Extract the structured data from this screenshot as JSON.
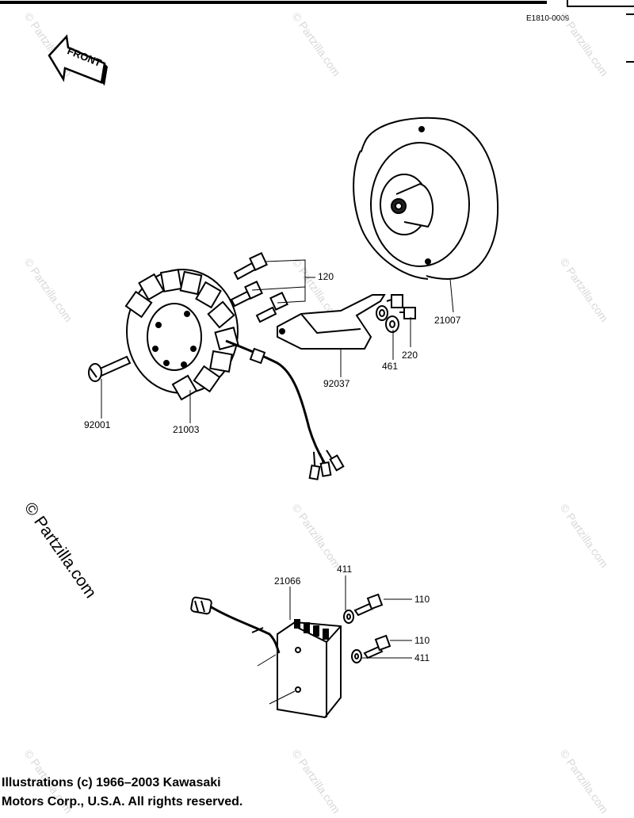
{
  "diagram_code": "E1810-0009",
  "front_label": "FRONT",
  "watermark": "© Partzilla.com",
  "parts": {
    "flywheel": "21007",
    "stator": "21003",
    "stator_bolt": "92001",
    "stator_screws": "120",
    "bracket": "92037",
    "washer_461": "461",
    "bolt_220": "220",
    "regulator": "21066",
    "washer_411_top": "411",
    "bolt_110_top": "110",
    "bolt_110_bottom": "110",
    "washer_411_bottom": "411"
  },
  "copyright": {
    "line1": "Illustrations (c) 1966–2003 Kawasaki",
    "line2": "Motors Corp., U.S.A.  All rights reserved."
  }
}
